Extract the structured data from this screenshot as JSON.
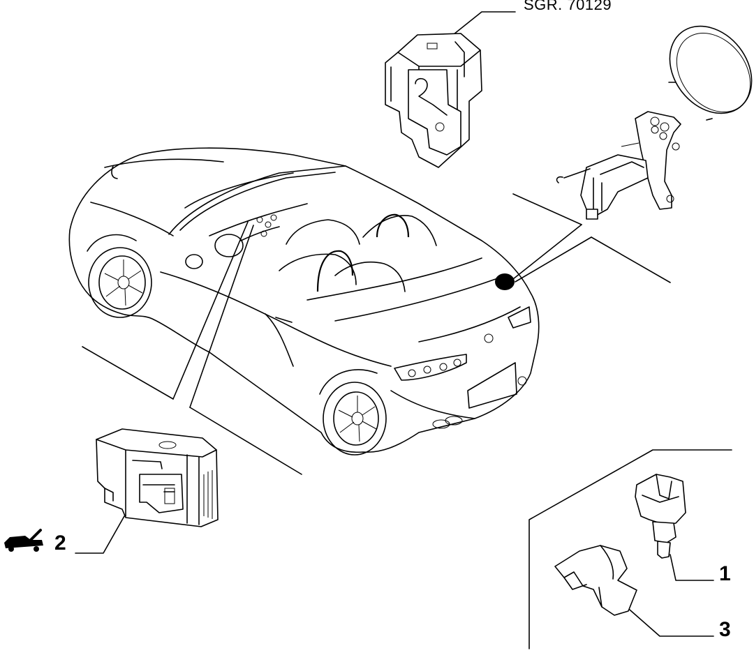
{
  "diagram": {
    "reference_label": "SGR. 70129",
    "callouts": [
      {
        "number": "1"
      },
      {
        "number": "2"
      },
      {
        "number": "3"
      }
    ],
    "icons": {
      "trunk_symbol": "car-trunk-open-icon"
    }
  }
}
